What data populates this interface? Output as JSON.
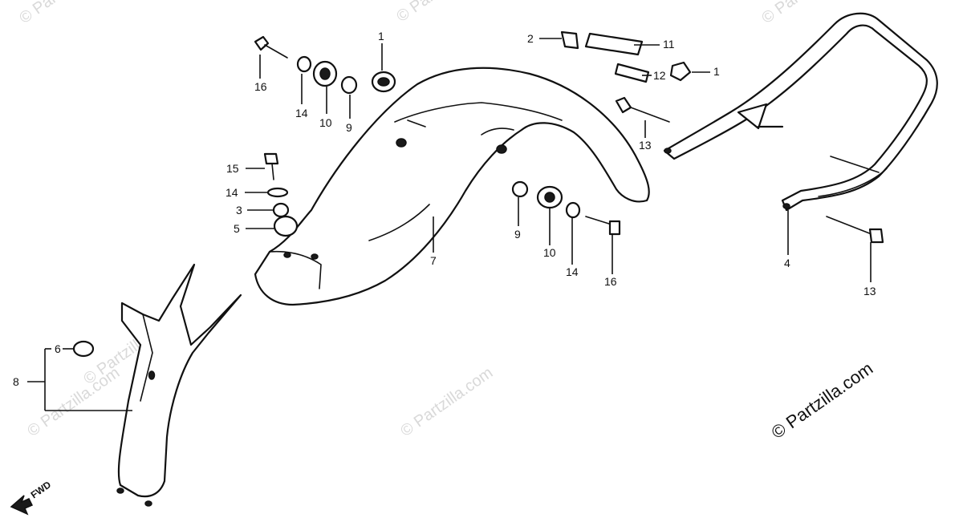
{
  "watermarks": [
    "© Partzilla.com",
    "© Partzilla.com",
    "© Partzilla.com",
    "© Partzilla.com",
    "© Partzilla.com",
    "© Partzilla.com"
  ],
  "copyright": "© Partzilla.com",
  "direction_label": "FWD",
  "callouts": {
    "c1a": "1",
    "c1b": "1",
    "c2": "2",
    "c3": "3",
    "c4": "4",
    "c5": "5",
    "c6": "6",
    "c7": "7",
    "c8": "8",
    "c9a": "9",
    "c9b": "9",
    "c10a": "10",
    "c10b": "10",
    "c11": "11",
    "c12": "12",
    "c13a": "13",
    "c13b": "13",
    "c14a": "14",
    "c14b": "14",
    "c14c": "14",
    "c15": "15",
    "c16a": "16",
    "c16b": "16"
  }
}
